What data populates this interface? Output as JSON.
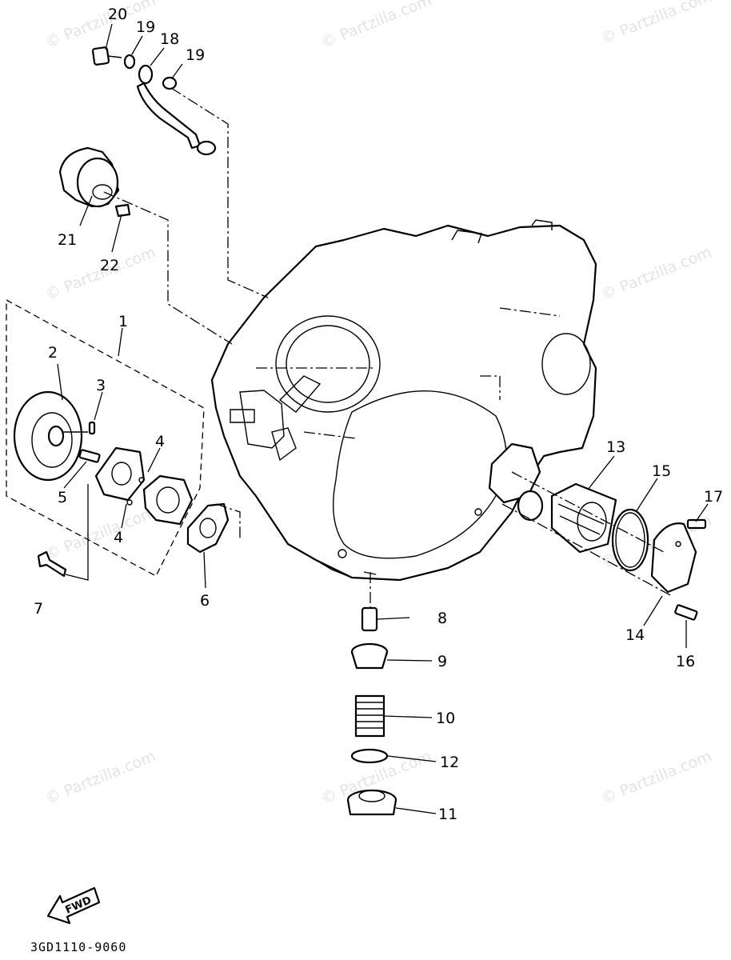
{
  "watermark_text": "© Partzilla.com",
  "diagram_code": "3GD1110-9060",
  "fwd_label": "FWD",
  "callouts": [
    {
      "id": "20",
      "label": "20"
    },
    {
      "id": "19a",
      "label": "19"
    },
    {
      "id": "18",
      "label": "18"
    },
    {
      "id": "19b",
      "label": "19"
    },
    {
      "id": "21",
      "label": "21"
    },
    {
      "id": "22",
      "label": "22"
    },
    {
      "id": "1",
      "label": "1"
    },
    {
      "id": "2",
      "label": "2"
    },
    {
      "id": "3",
      "label": "3"
    },
    {
      "id": "4a",
      "label": "4"
    },
    {
      "id": "5",
      "label": "5"
    },
    {
      "id": "4b",
      "label": "4"
    },
    {
      "id": "6",
      "label": "6"
    },
    {
      "id": "7",
      "label": "7"
    },
    {
      "id": "8",
      "label": "8"
    },
    {
      "id": "9",
      "label": "9"
    },
    {
      "id": "10",
      "label": "10"
    },
    {
      "id": "12",
      "label": "12"
    },
    {
      "id": "11",
      "label": "11"
    },
    {
      "id": "13",
      "label": "13"
    },
    {
      "id": "15",
      "label": "15"
    },
    {
      "id": "17",
      "label": "17"
    },
    {
      "id": "14",
      "label": "14"
    },
    {
      "id": "16",
      "label": "16"
    }
  ]
}
